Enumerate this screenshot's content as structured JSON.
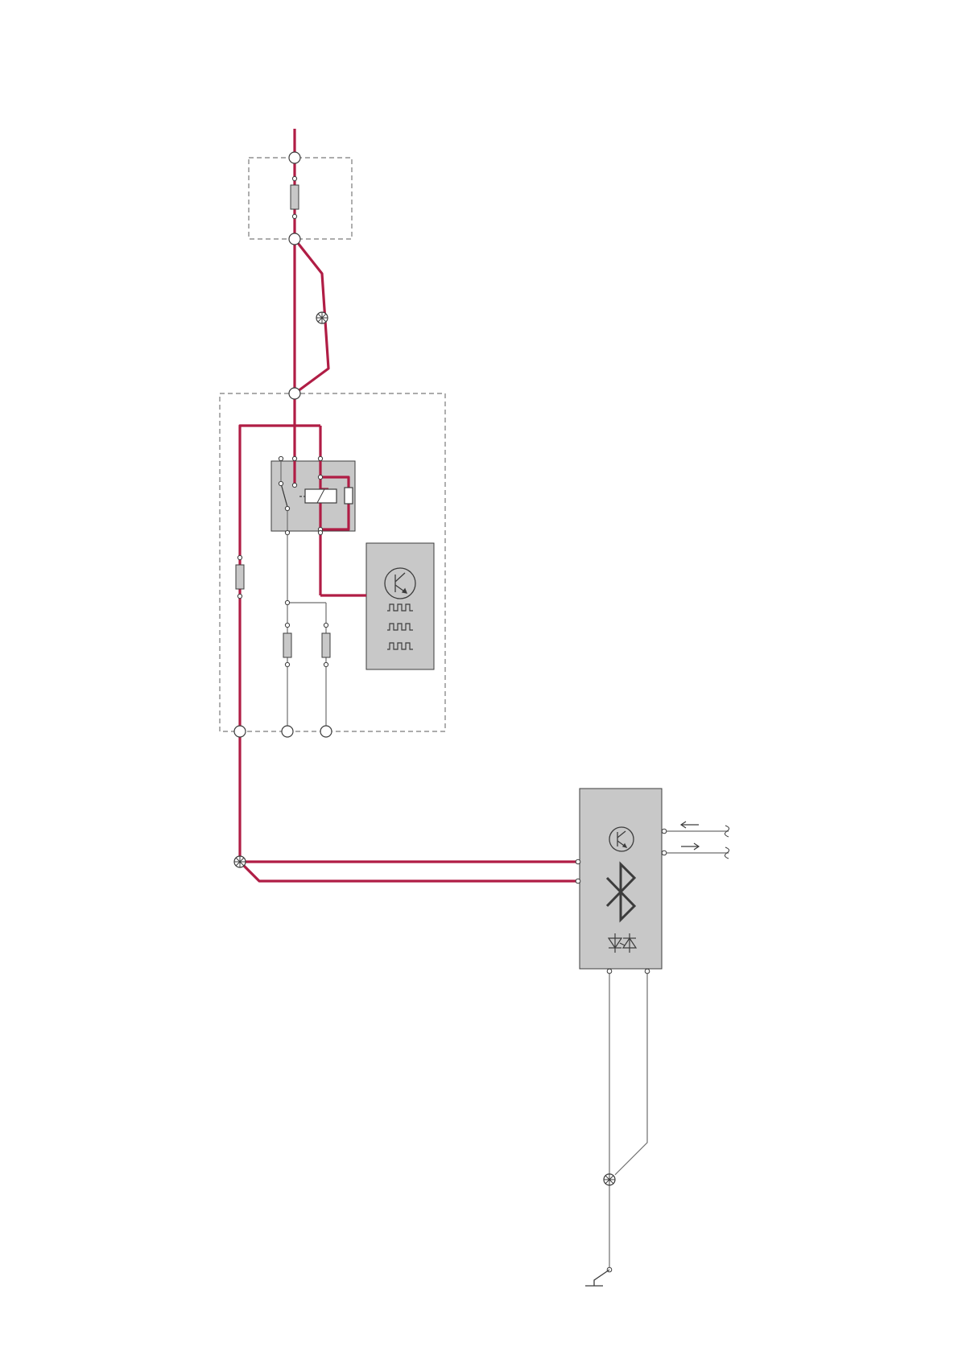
{
  "colors": {
    "background": "#ffffff",
    "powered_wire": "#b01d45",
    "signal_wire": "#6e6e6e",
    "component_fill": "#c8c8c8",
    "outline": "#3c3c3c",
    "dashed_boundary": "#7a7a7a"
  },
  "text_labels": [],
  "components": {
    "fuse_holder_top": {
      "type": "fuse-box-boundary",
      "contains": [
        "fuse"
      ]
    },
    "splice_upper": {
      "type": "splice-icon"
    },
    "relay_module": {
      "type": "module-boundary",
      "contains": [
        "relay",
        "fuses",
        "control-unit"
      ]
    },
    "relay": {
      "type": "relay-icon",
      "parts": [
        "switch-contact",
        "coil",
        "resistor"
      ]
    },
    "control_unit": {
      "type": "control-unit",
      "icons": [
        "transistor-icon",
        "pulse-signal-icon",
        "pulse-signal-icon",
        "pulse-signal-icon"
      ]
    },
    "splice_lower": {
      "type": "splice-icon"
    },
    "bluetooth_module": {
      "type": "control-unit",
      "icons": [
        "transistor-icon",
        "bluetooth-icon",
        "diode-pair-icon"
      ]
    },
    "can_in_arrow": {
      "type": "arrow-left-icon"
    },
    "can_out_arrow": {
      "type": "arrow-right-icon"
    },
    "ground_splice": {
      "type": "splice-icon"
    },
    "ground_point": {
      "type": "ground-icon"
    }
  }
}
